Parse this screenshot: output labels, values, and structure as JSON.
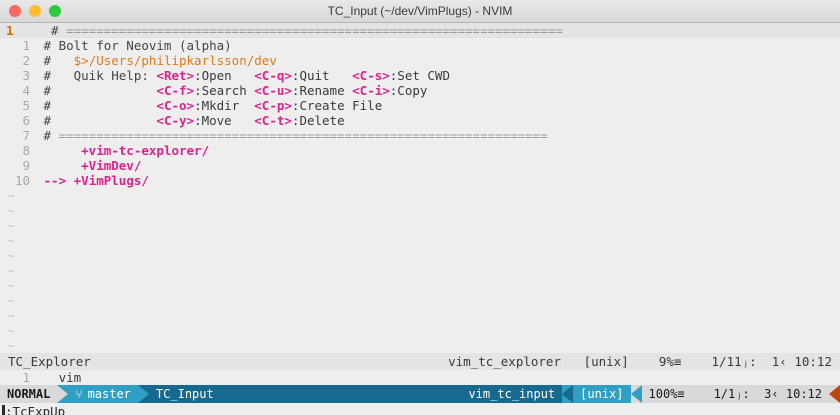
{
  "window": {
    "title": "TC_Input (~/dev/VimPlugs) - NVIM",
    "traffic_lights": [
      "close-button",
      "minimize-button",
      "zoom-button"
    ]
  },
  "colors": {
    "background": "#eeeeee",
    "cursorline": "#e4e4e4",
    "accent_pink": "#e0218a",
    "accent_orange": "#e07b1a",
    "airline_blue": "#16698f",
    "airline_cyan": "#2f9fc4",
    "airline_grey": "#d9d9d9",
    "tail_orange": "#c4430f"
  },
  "explorer_buffer": {
    "lines": [
      {
        "number": "1",
        "is_cursor_line": true,
        "segments": [
          {
            "text": "  # ",
            "style": "comment"
          },
          {
            "text": "==================================================================",
            "style": "eq"
          }
        ]
      },
      {
        "number": "1",
        "is_cursor_line": false,
        "segments": [
          {
            "text": " # Bolt for Neovim (alpha)",
            "style": "comment"
          }
        ]
      },
      {
        "number": "2",
        "is_cursor_line": false,
        "segments": [
          {
            "text": " #   ",
            "style": "comment"
          },
          {
            "text": "$>/Users/philipkarlsson/dev",
            "style": "path"
          }
        ]
      },
      {
        "number": "3",
        "is_cursor_line": false,
        "segments": [
          {
            "text": " #   Quik Help: ",
            "style": "comment"
          },
          {
            "text": "<Ret>",
            "style": "key"
          },
          {
            "text": ":Open   ",
            "style": "desc"
          },
          {
            "text": "<C-q>",
            "style": "key"
          },
          {
            "text": ":Quit   ",
            "style": "desc"
          },
          {
            "text": "<C-s>",
            "style": "key"
          },
          {
            "text": ":Set CWD",
            "style": "desc"
          }
        ]
      },
      {
        "number": "4",
        "is_cursor_line": false,
        "segments": [
          {
            "text": " #              ",
            "style": "comment"
          },
          {
            "text": "<C-f>",
            "style": "key"
          },
          {
            "text": ":Search ",
            "style": "desc"
          },
          {
            "text": "<C-u>",
            "style": "key"
          },
          {
            "text": ":Rename ",
            "style": "desc"
          },
          {
            "text": "<C-i>",
            "style": "key"
          },
          {
            "text": ":Copy",
            "style": "desc"
          }
        ]
      },
      {
        "number": "5",
        "is_cursor_line": false,
        "segments": [
          {
            "text": " #              ",
            "style": "comment"
          },
          {
            "text": "<C-o>",
            "style": "key"
          },
          {
            "text": ":Mkdir  ",
            "style": "desc"
          },
          {
            "text": "<C-p>",
            "style": "key"
          },
          {
            "text": ":Create File",
            "style": "desc"
          }
        ]
      },
      {
        "number": "6",
        "is_cursor_line": false,
        "segments": [
          {
            "text": " #              ",
            "style": "comment"
          },
          {
            "text": "<C-y>",
            "style": "key"
          },
          {
            "text": ":Move   ",
            "style": "desc"
          },
          {
            "text": "<C-t>",
            "style": "key"
          },
          {
            "text": ":Delete",
            "style": "desc"
          }
        ]
      },
      {
        "number": "7",
        "is_cursor_line": false,
        "segments": [
          {
            "text": " # ",
            "style": "comment"
          },
          {
            "text": "=================================================================",
            "style": "eq"
          }
        ]
      },
      {
        "number": "8",
        "is_cursor_line": false,
        "segments": [
          {
            "text": "      ",
            "style": "desc"
          },
          {
            "text": "+vim-tc-explorer/",
            "style": "dir"
          }
        ]
      },
      {
        "number": "9",
        "is_cursor_line": false,
        "segments": [
          {
            "text": "      ",
            "style": "desc"
          },
          {
            "text": "+VimDev/",
            "style": "dir"
          }
        ]
      },
      {
        "number": "10",
        "is_cursor_line": false,
        "segments": [
          {
            "text": " --> ",
            "style": "arrow"
          },
          {
            "text": "+VimPlugs/",
            "style": "dir"
          }
        ]
      }
    ],
    "empty_marker": "~",
    "empty_line_count": 11
  },
  "explorer_statusline": {
    "filename": "TC_Explorer",
    "filetype": "vim_tc_explorer",
    "fileformat": "[unix]",
    "percent": "9%",
    "percent_glyph": "≡",
    "position": "1/11",
    "line_glyph": "ⱼ",
    "colon": ":",
    "column": "1",
    "time_sep_glyph": "‹",
    "time": "10:12"
  },
  "input_buffer": {
    "lines": [
      {
        "number": "1",
        "is_cursor_line": false,
        "segments": [
          {
            "text": "   vim",
            "style": "desc"
          }
        ]
      }
    ]
  },
  "airline": {
    "mode": "NORMAL",
    "branch_glyph": "⑂",
    "branch": "master",
    "filename": "TC_Input",
    "filetype": "vim_tc_input",
    "fileformat": "[unix]",
    "percent": "100%",
    "percent_glyph": "≡",
    "position": "1/1",
    "line_glyph": "ⱼ",
    "colon": ":",
    "column": "3",
    "time_sep_glyph": "‹",
    "time": "10:12"
  },
  "cmdline": {
    "text": ":TcExpUp"
  }
}
